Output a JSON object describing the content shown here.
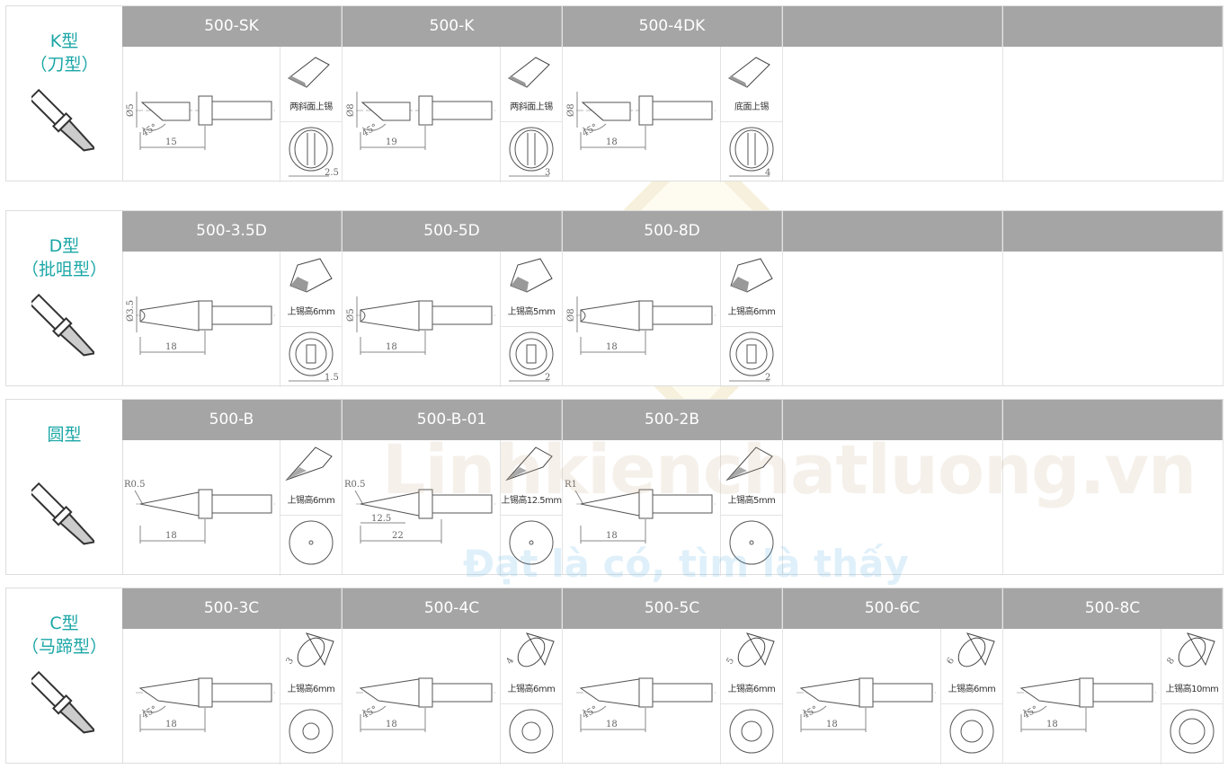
{
  "watermark": {
    "site": "Linhkienchatluong.vn",
    "slogan": "Đạt là có, tìm là thấy"
  },
  "rows": [
    {
      "type": "K",
      "title": "K型",
      "subtitle": "（刀型）",
      "tips": [
        {
          "model": "500-SK",
          "dia": "Ø5",
          "angle": "45°",
          "length": "15",
          "caption": "两斜面上锡",
          "end": "2.5"
        },
        {
          "model": "500-K",
          "dia": "Ø8",
          "angle": "45°",
          "length": "19",
          "caption": "两斜面上锡",
          "end": "3"
        },
        {
          "model": "500-4DK",
          "dia": "Ø8",
          "angle": "45°",
          "length": "18",
          "caption": "底面上锡",
          "end": "4"
        }
      ]
    },
    {
      "type": "D",
      "title": "D型",
      "subtitle": "（批咀型）",
      "tips": [
        {
          "model": "500-3.5D",
          "dia": "Ø3.5",
          "length": "18",
          "caption": "上锡高6mm",
          "end": "1.5"
        },
        {
          "model": "500-5D",
          "dia": "Ø5",
          "length": "18",
          "caption": "上锡高5mm",
          "end": "2"
        },
        {
          "model": "500-8D",
          "dia": "Ø8",
          "length": "18",
          "caption": "上锡高6mm",
          "end": "2"
        }
      ]
    },
    {
      "type": "B",
      "title": "圆型",
      "subtitle": "",
      "tips": [
        {
          "model": "500-B",
          "radius": "R0.5",
          "length": "18",
          "caption": "上锡高6mm"
        },
        {
          "model": "500-B-01",
          "radius": "R0.5",
          "length2": "12.5",
          "length": "22",
          "caption": "上锡高12.5mm"
        },
        {
          "model": "500-2B",
          "radius": "R1",
          "length": "18",
          "caption": "上锡高5mm"
        }
      ]
    },
    {
      "type": "C",
      "title": "C型",
      "subtitle": "（马蹄型）",
      "tips": [
        {
          "model": "500-3C",
          "angle": "45°",
          "length": "18",
          "face": "3",
          "caption": "上锡高6mm"
        },
        {
          "model": "500-4C",
          "angle": "45°",
          "length": "18",
          "face": "4",
          "caption": "上锡高6mm"
        },
        {
          "model": "500-5C",
          "angle": "45°",
          "length": "18",
          "face": "5",
          "caption": "上锡高6mm"
        },
        {
          "model": "500-6C",
          "angle": "45°",
          "length": "18",
          "face": "6",
          "caption": "上锡高6mm"
        },
        {
          "model": "500-8C",
          "angle": "45°",
          "length": "18",
          "face": "8",
          "caption": "上锡高10mm"
        }
      ]
    }
  ]
}
